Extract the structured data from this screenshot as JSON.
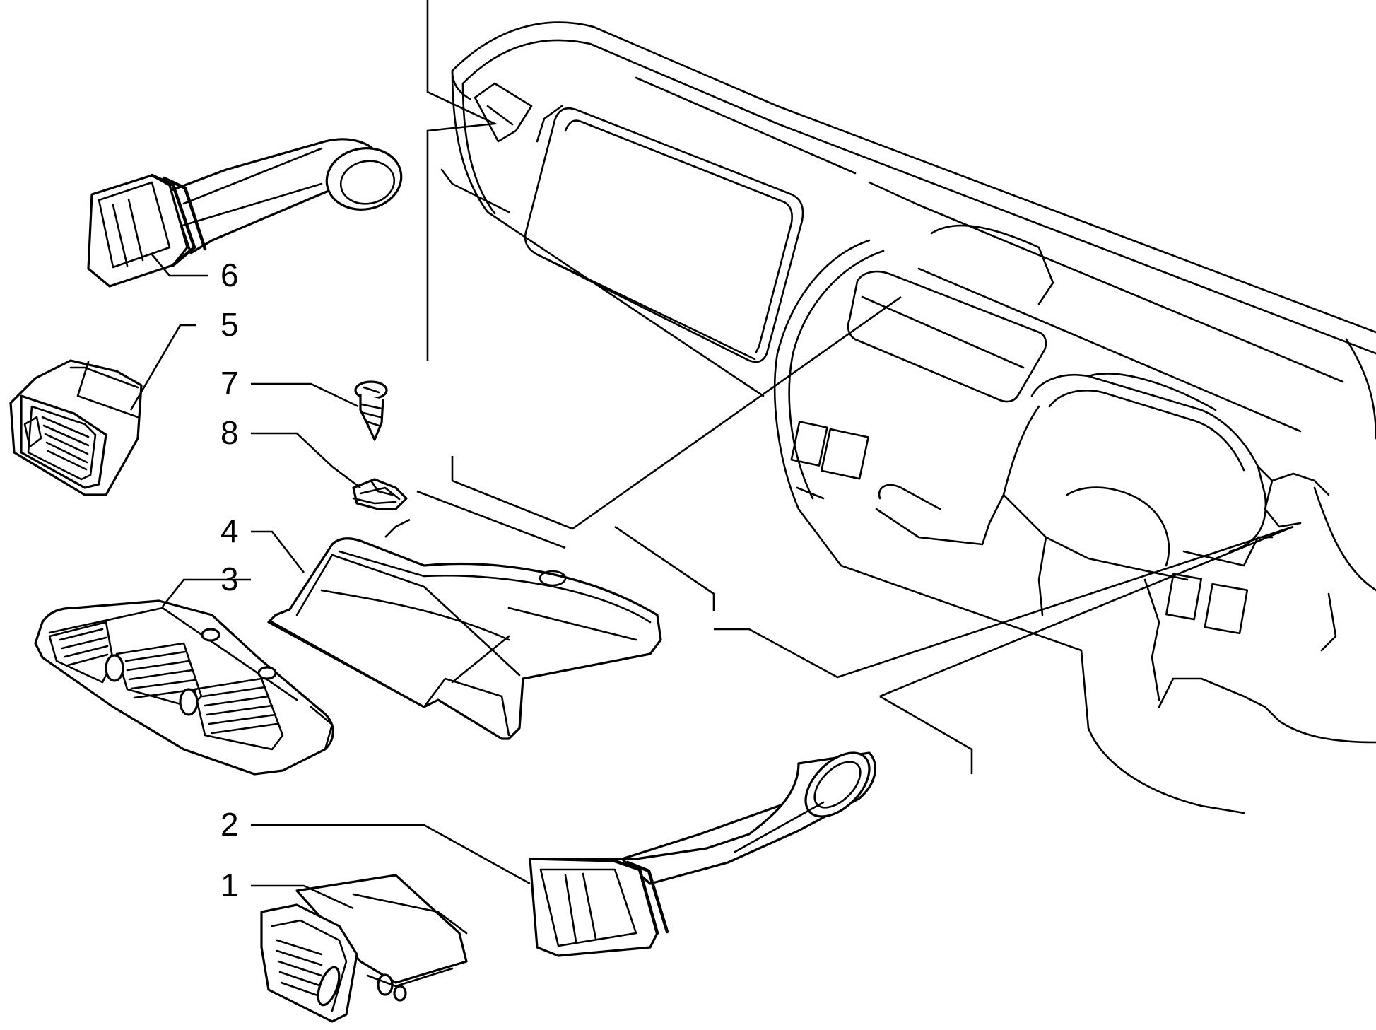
{
  "callouts": [
    {
      "id": "1",
      "text": "1"
    },
    {
      "id": "2",
      "text": "2"
    },
    {
      "id": "3",
      "text": "3"
    },
    {
      "id": "4",
      "text": "4"
    },
    {
      "id": "5",
      "text": "5"
    },
    {
      "id": "6",
      "text": "6"
    },
    {
      "id": "7",
      "text": "7"
    },
    {
      "id": "8",
      "text": "8"
    }
  ],
  "colors": {
    "ink": "#000000",
    "paper": "#ffffff"
  }
}
